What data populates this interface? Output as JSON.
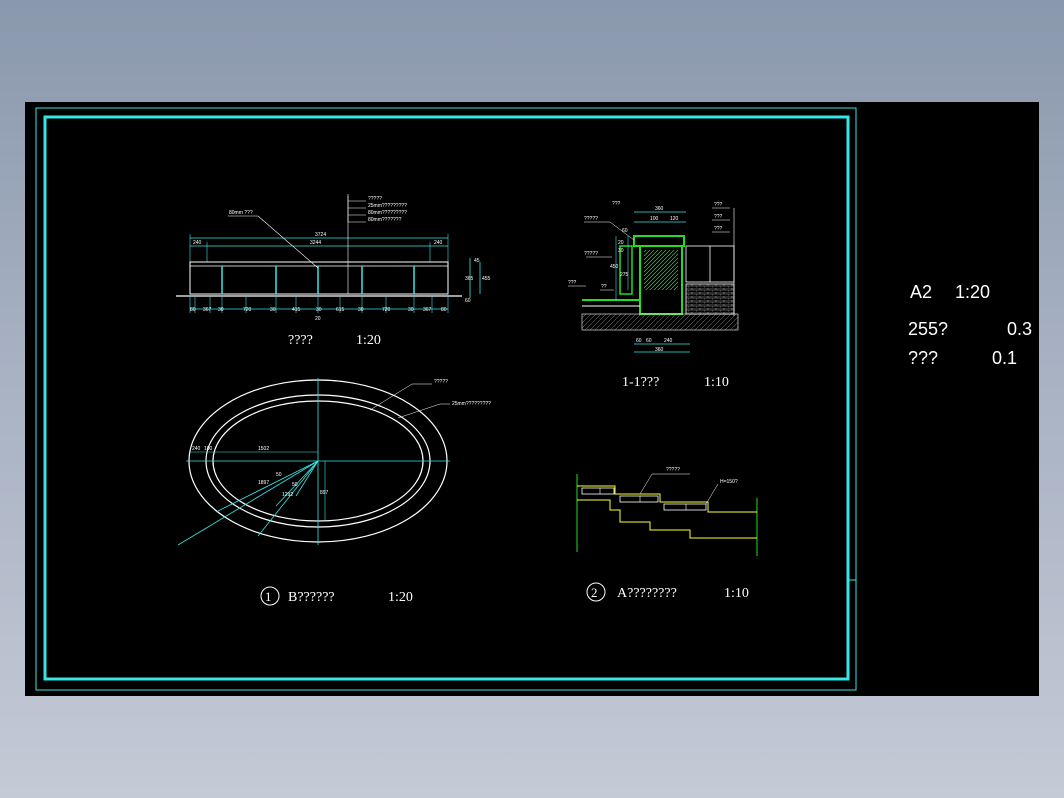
{
  "side_panel": {
    "scale_label": "A2",
    "scale_value": "1:20",
    "row1_label": "255?",
    "row1_value": "0.3",
    "row2_label": "???",
    "row2_value": "0.1"
  },
  "elevation": {
    "title": "????",
    "scale": "1:20",
    "top_dims": [
      "3724",
      "240",
      "3244",
      "240"
    ],
    "bottom_dims": [
      "80",
      "367",
      "30",
      "720",
      "30",
      "415",
      "30",
      "615",
      "30",
      "720",
      "30",
      "367",
      "80"
    ],
    "bottom_total": "20",
    "right_dims": [
      "45",
      "365",
      "455",
      "60"
    ],
    "leader_left": "80mm ???",
    "leader_notes": [
      "?????",
      "25mm?????????",
      "80mm?????????",
      "80mm???????"
    ]
  },
  "section": {
    "title": "1-1???",
    "scale": "1:10",
    "top_dims": [
      "360",
      "100",
      "120"
    ],
    "left_labels": [
      "???",
      "?????",
      "?????",
      "???",
      "??"
    ],
    "right_labels": [
      "???",
      "???",
      "???"
    ],
    "vert_dims": [
      "20",
      "30",
      "60",
      "450",
      "275"
    ],
    "bottom_dims": [
      "60",
      "60",
      "240",
      "360"
    ]
  },
  "plan": {
    "title": "B??????",
    "number": "1",
    "scale": "1:20",
    "notes": [
      "?????",
      "25mm?????????"
    ],
    "dims": [
      "240",
      "100",
      "1502",
      "897"
    ],
    "radii": [
      "1897",
      "1292",
      "50",
      "50"
    ]
  },
  "steps": {
    "title": "A????????",
    "number": "2",
    "scale": "1:10",
    "notes": [
      "?????",
      "H=150?"
    ]
  }
}
